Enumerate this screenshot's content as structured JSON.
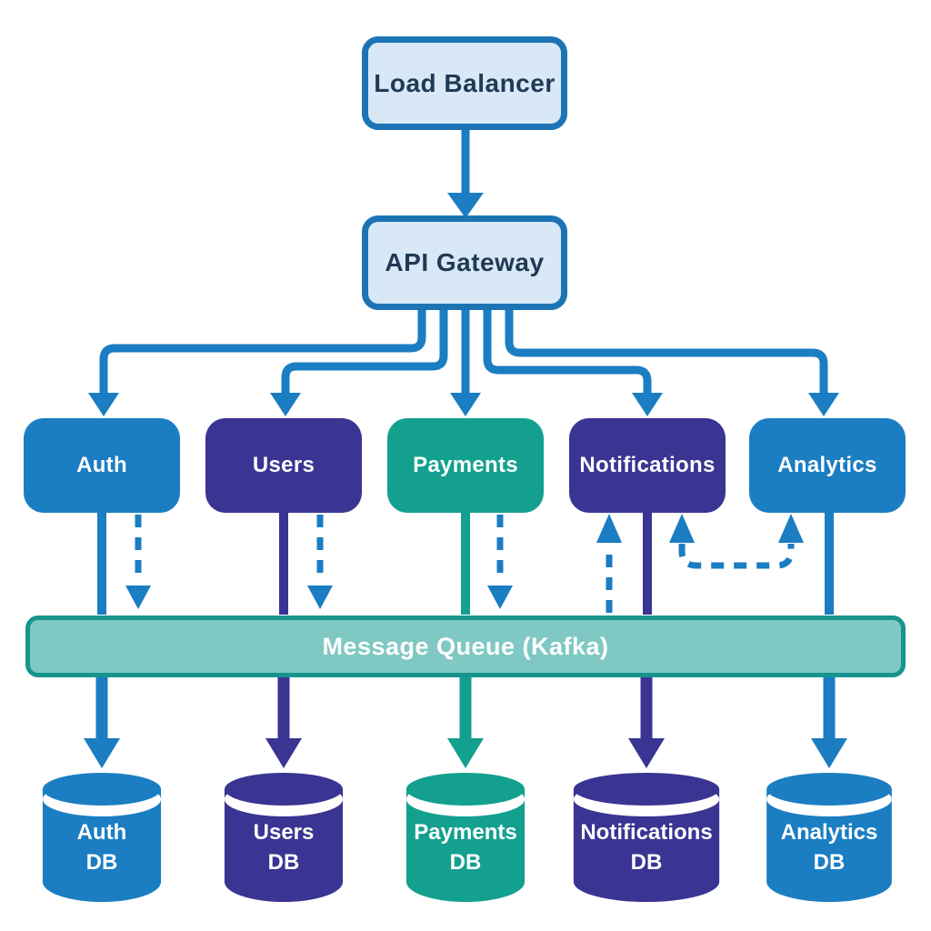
{
  "colors": {
    "blue": "#1b7dc2",
    "indigo": "#3a3493",
    "teal": "#13a08f",
    "queue-fill": "#7fc8c3",
    "queue-border": "#16948e",
    "light-fill": "#d8e8f7",
    "light-border": "#1d74b5",
    "dark-text": "#203a54"
  },
  "nodes": {
    "load_balancer": {
      "label": "Load Balancer"
    },
    "api_gateway": {
      "label": "API Gateway"
    },
    "message_queue": {
      "label": "Message Queue (Kafka)"
    }
  },
  "services": [
    {
      "label": "Auth",
      "color": "#1b7dc2"
    },
    {
      "label": "Users",
      "color": "#3a3493"
    },
    {
      "label": "Payments",
      "color": "#13a08f"
    },
    {
      "label": "Notifications",
      "color": "#3a3493"
    },
    {
      "label": "Analytics",
      "color": "#1b7dc2"
    }
  ],
  "databases": [
    {
      "line1": "Auth",
      "line2": "DB",
      "color": "#1b7dc2"
    },
    {
      "line1": "Users",
      "line2": "DB",
      "color": "#3a3493"
    },
    {
      "line1": "Payments",
      "line2": "DB",
      "color": "#13a08f"
    },
    {
      "line1": "Notifications",
      "line2": "DB",
      "color": "#3a3493"
    },
    {
      "line1": "Analytics",
      "line2": "DB",
      "color": "#1b7dc2"
    }
  ]
}
